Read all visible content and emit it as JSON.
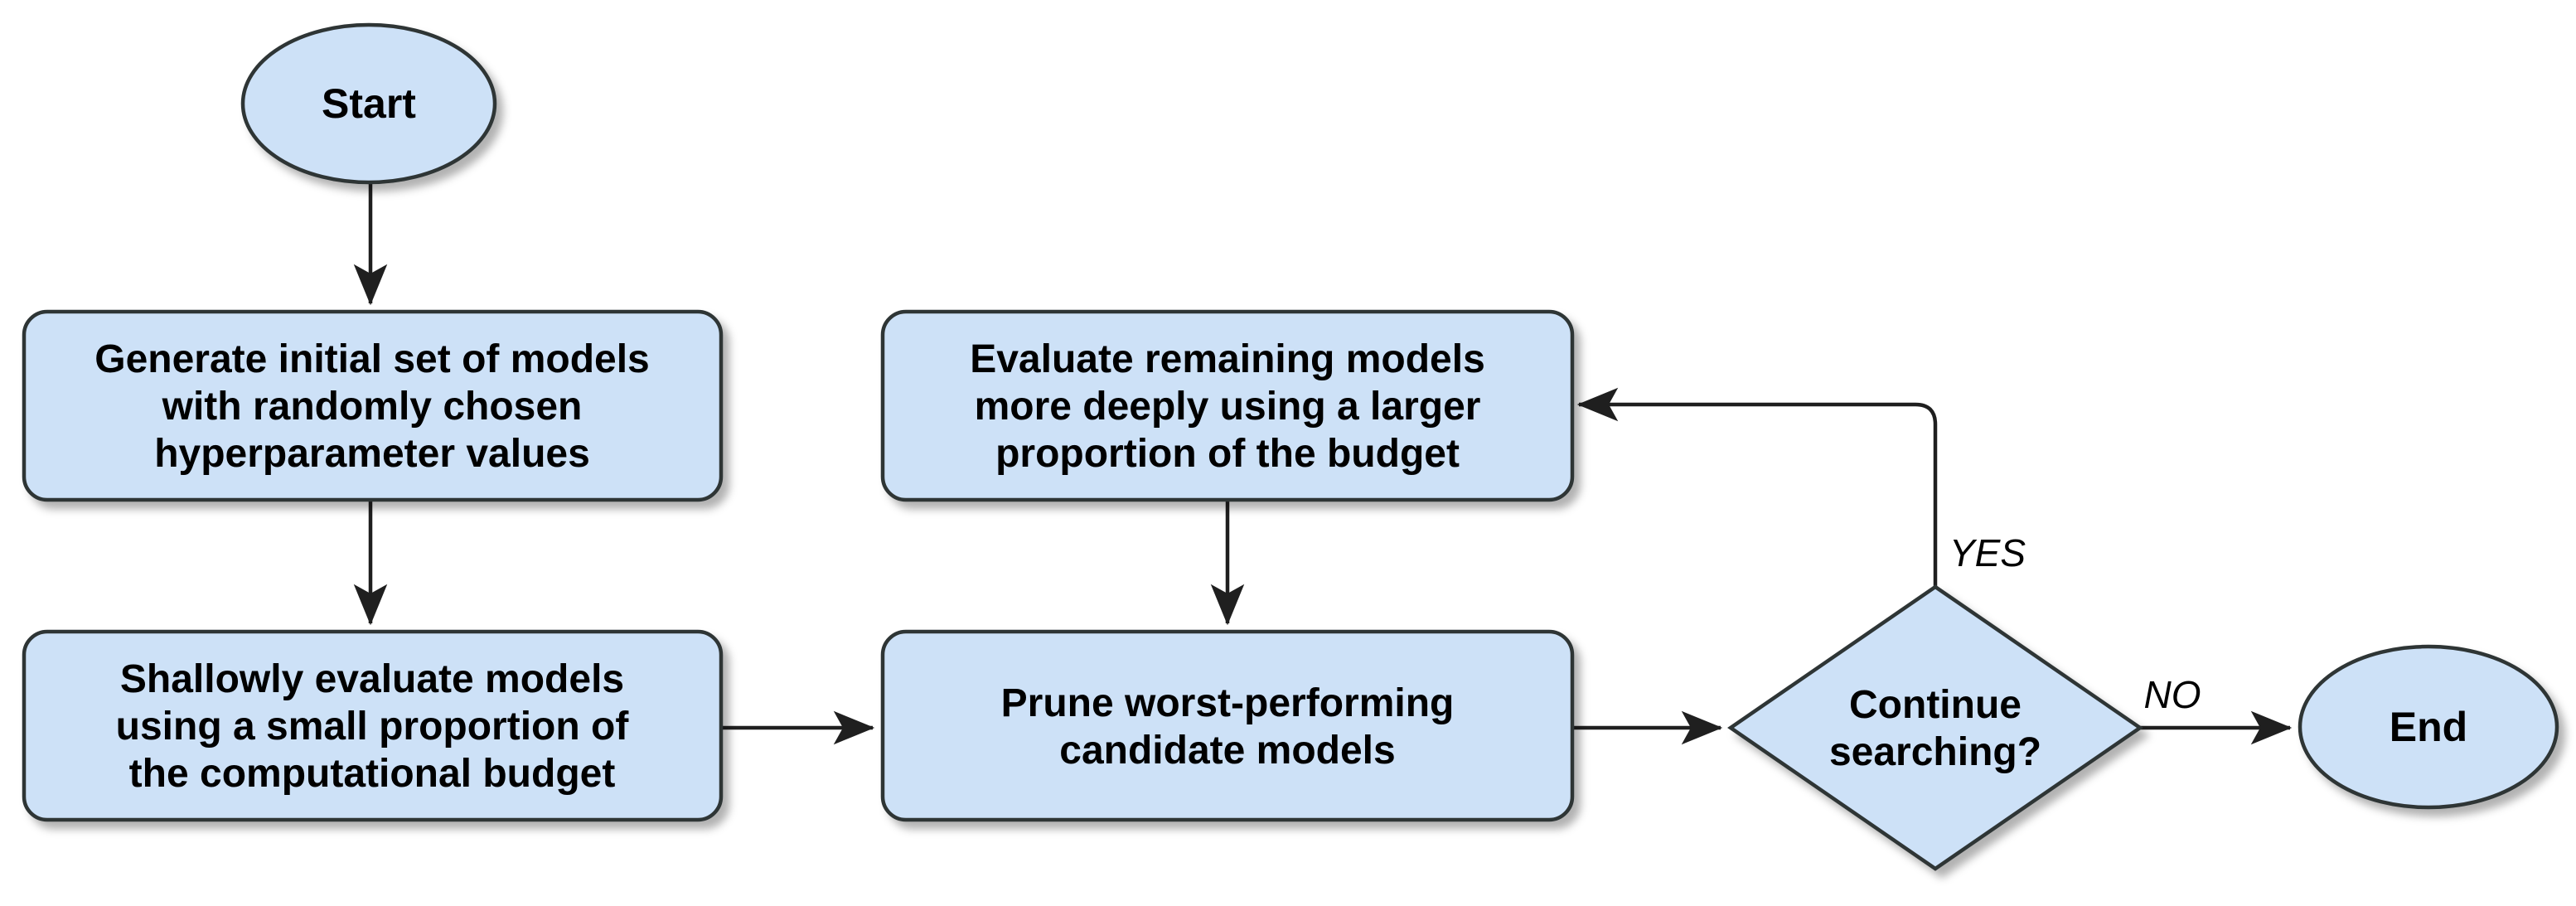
{
  "colors": {
    "background": "#ffffff",
    "node_fill": "#cde1f7",
    "node_border": "#2e3436",
    "edge": "#1f1f1f",
    "text": "#000000"
  },
  "nodes": {
    "start": {
      "type": "terminator",
      "label": "Start"
    },
    "generate": {
      "type": "process",
      "lines": [
        "Generate initial set of models",
        "with randomly chosen",
        "hyperparameter values"
      ]
    },
    "shallow": {
      "type": "process",
      "lines": [
        "Shallowly evaluate models",
        "using a small proportion of",
        "the computational budget"
      ]
    },
    "evaluate": {
      "type": "process",
      "lines": [
        "Evaluate remaining models",
        "more deeply using a larger",
        "proportion of the budget"
      ]
    },
    "prune": {
      "type": "process",
      "lines": [
        "Prune worst-performing",
        "candidate models"
      ]
    },
    "decision": {
      "type": "decision",
      "lines": [
        "Continue",
        "searching?"
      ]
    },
    "end": {
      "type": "terminator",
      "label": "End"
    }
  },
  "edge_labels": {
    "yes": "YES",
    "no": "NO"
  }
}
